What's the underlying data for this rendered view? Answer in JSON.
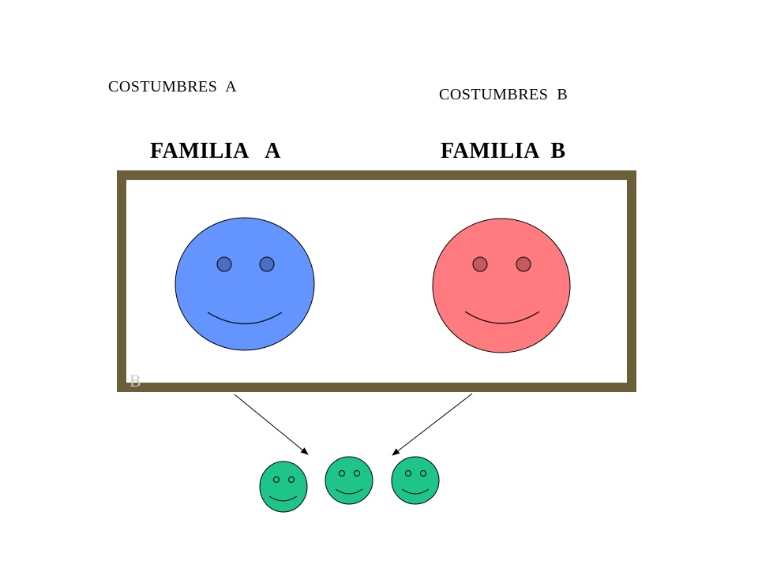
{
  "labels": {
    "costumbres_a": "COSTUMBRES  A",
    "costumbres_b": "COSTUMBRES  B",
    "familia_a": "FAMILIA   A",
    "familia_b": "FAMILIA  B"
  },
  "corner_glyph": "B",
  "colors": {
    "frame": "#6b5f3a",
    "family_a_face": "#6495ff",
    "family_b_face": "#ff7b7f",
    "child_face": "#1fc48b",
    "outline": "#000000"
  },
  "icons": {
    "family_a": "smiley-face-icon",
    "family_b": "smiley-face-icon",
    "children": "smiley-face-icon"
  }
}
